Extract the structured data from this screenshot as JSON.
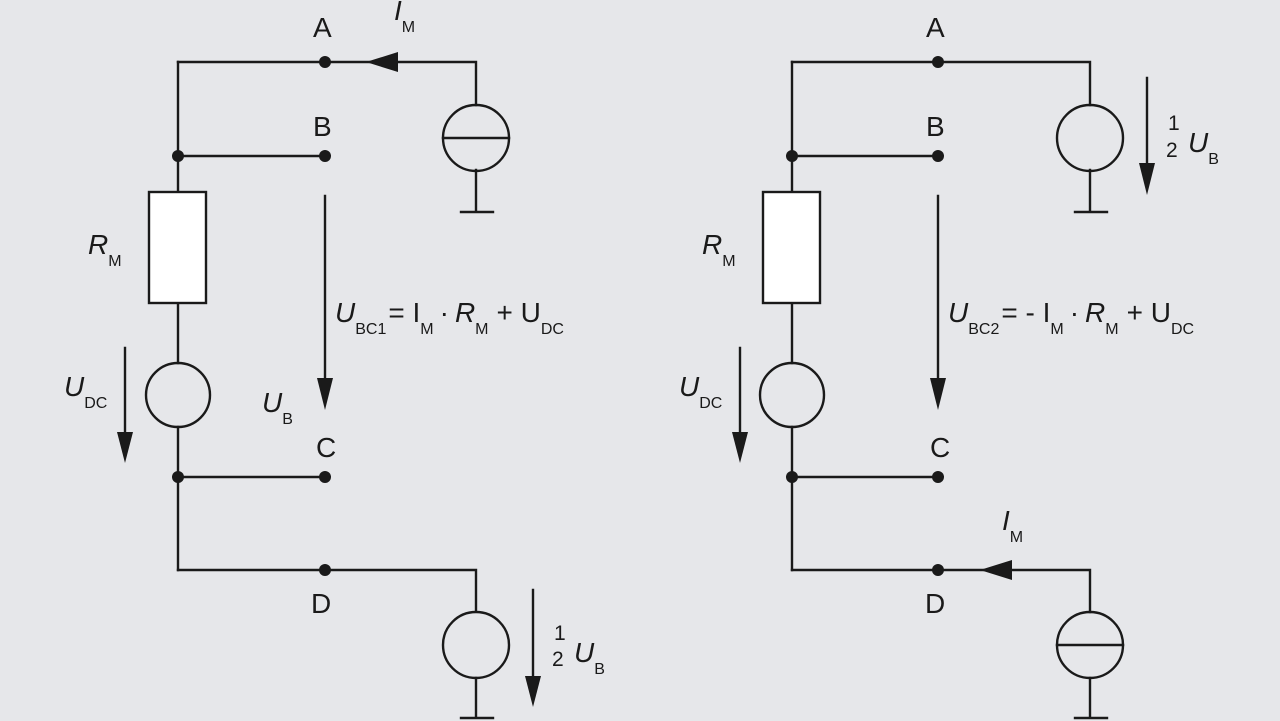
{
  "colors": {
    "background": "#e6e7ea",
    "ink": "#1a1a1a",
    "resistor_fill": "#ffffff"
  },
  "nodes": {
    "a": "A",
    "b": "B",
    "c": "C",
    "d": "D"
  },
  "symbols": {
    "I": "I",
    "M": "M",
    "R": "R",
    "U": "U",
    "DC": "DC",
    "B": "B",
    "one": "1",
    "two": "2"
  },
  "eq1": {
    "sub": "BC1",
    "rhs": "= I",
    "dot": "·",
    "plus": "+ U"
  },
  "eq2": {
    "sub": "BC2",
    "rhs": "= - I",
    "dot": "·",
    "plus": "+ U"
  }
}
